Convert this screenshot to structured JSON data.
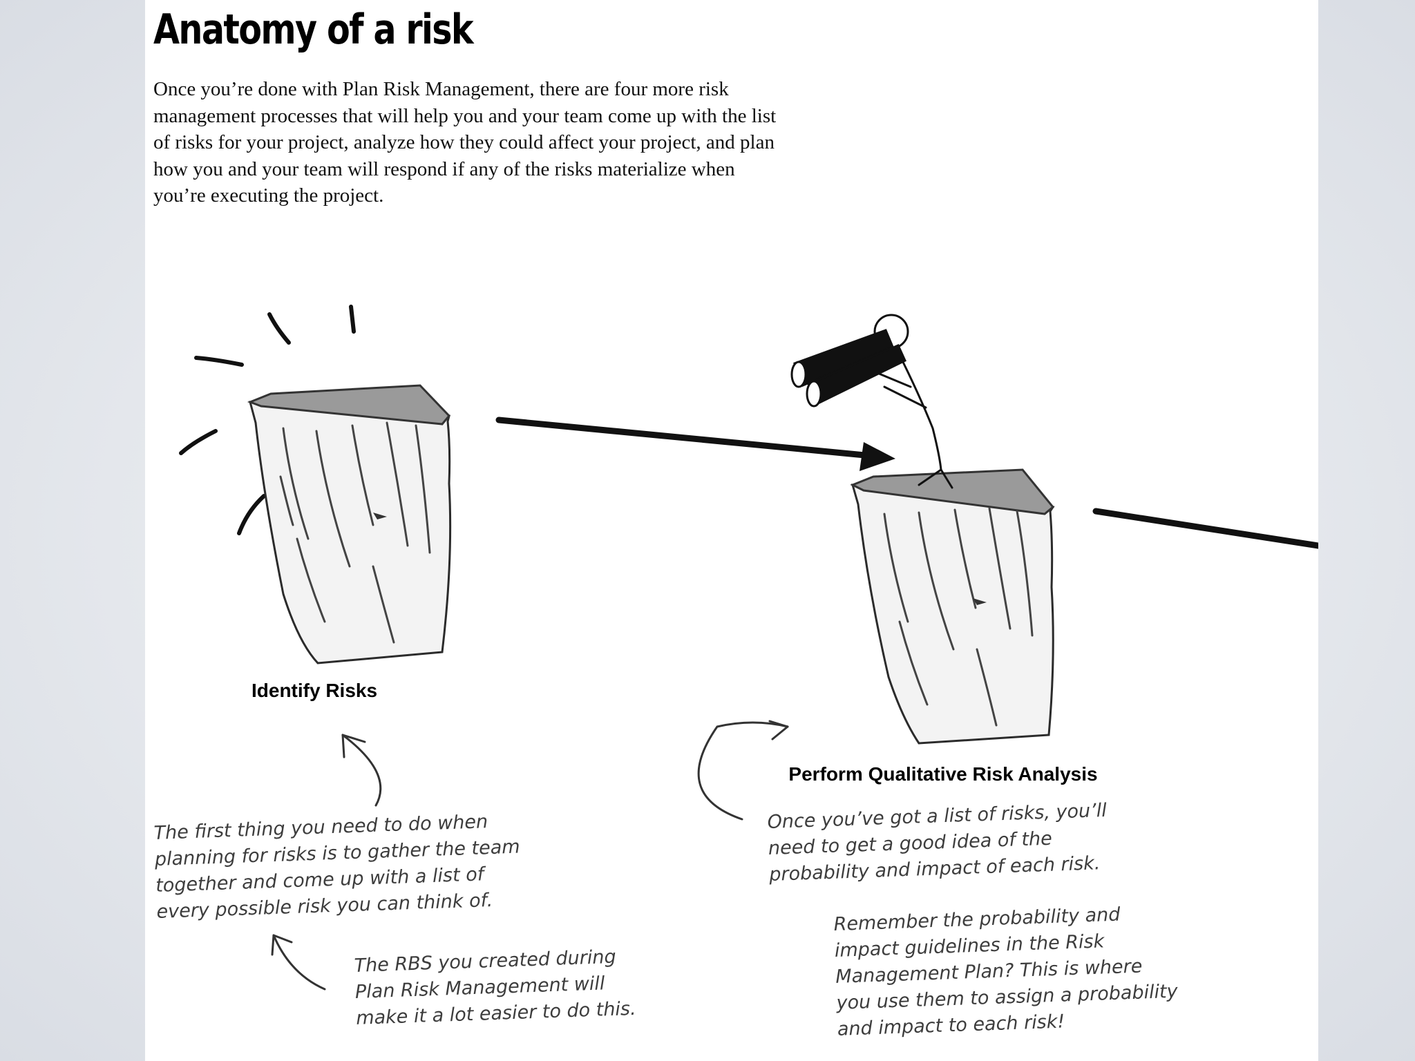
{
  "page": {
    "title": "Anatomy of a risk",
    "intro": "Once you’re done with Plan Risk Management, there are four more risk management processes that will help you and your team come up with the list of risks for your project, analyze how they could affect your project, and plan how you and your team will respond if any of the risks materialize when you’re executing the project."
  },
  "steps": [
    {
      "label": "Identify Risks",
      "note": "The first thing you need to do when planning for risks is to gather the team together and come up with a list of every possible risk you can think of.",
      "sub_note": "The RBS you created during Plan Risk Management will make it a lot easier to do this."
    },
    {
      "label": "Perform Qualitative Risk Analysis",
      "note": "Once you’ve got a list of risks, you’ll need to get a good idea of the probability and impact of each risk.",
      "sub_note": "Remember the probability and impact guidelines in the Risk Management Plan? This is where you use them to assign a probability and impact to each risk!"
    }
  ],
  "icons": [
    "cliff-illustration",
    "stick-figure-with-binoculars",
    "arrow-icon",
    "burst-lines"
  ],
  "colors": {
    "page": "#ffffff",
    "backdrop": "#e4e7ec",
    "ink": "#000000",
    "handwriting": "#3d3d3d",
    "cliff_top": "#9a9a9a"
  }
}
